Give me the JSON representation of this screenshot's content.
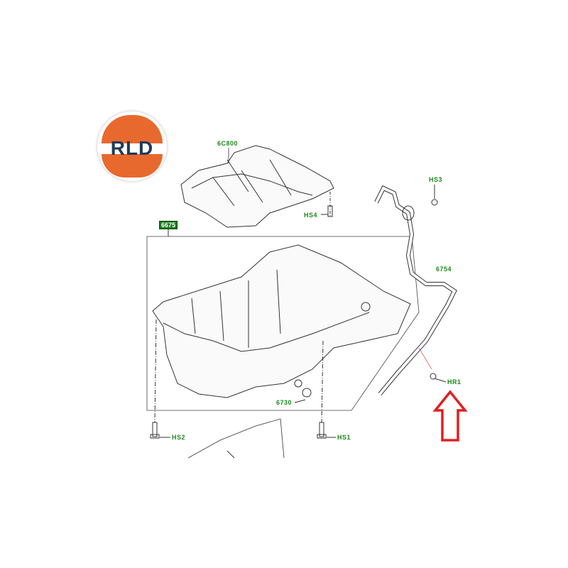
{
  "logo": {
    "text": "RLD",
    "colors": {
      "orange": "#e8692d",
      "navy": "#1f3a5a"
    }
  },
  "parts": {
    "ladder_frame": "6C800",
    "oil_pan": "6675",
    "dipstick_tube": "6754",
    "drain_plug": "6730",
    "bolt_hs1": "HS1",
    "bolt_hs2": "HS2",
    "bolt_hs3": "HS3",
    "bolt_hs4": "HS4",
    "o_ring_hr1": "HR1"
  },
  "colors": {
    "label": "#1a8a1a",
    "highlight_arrow": "#e02020"
  }
}
